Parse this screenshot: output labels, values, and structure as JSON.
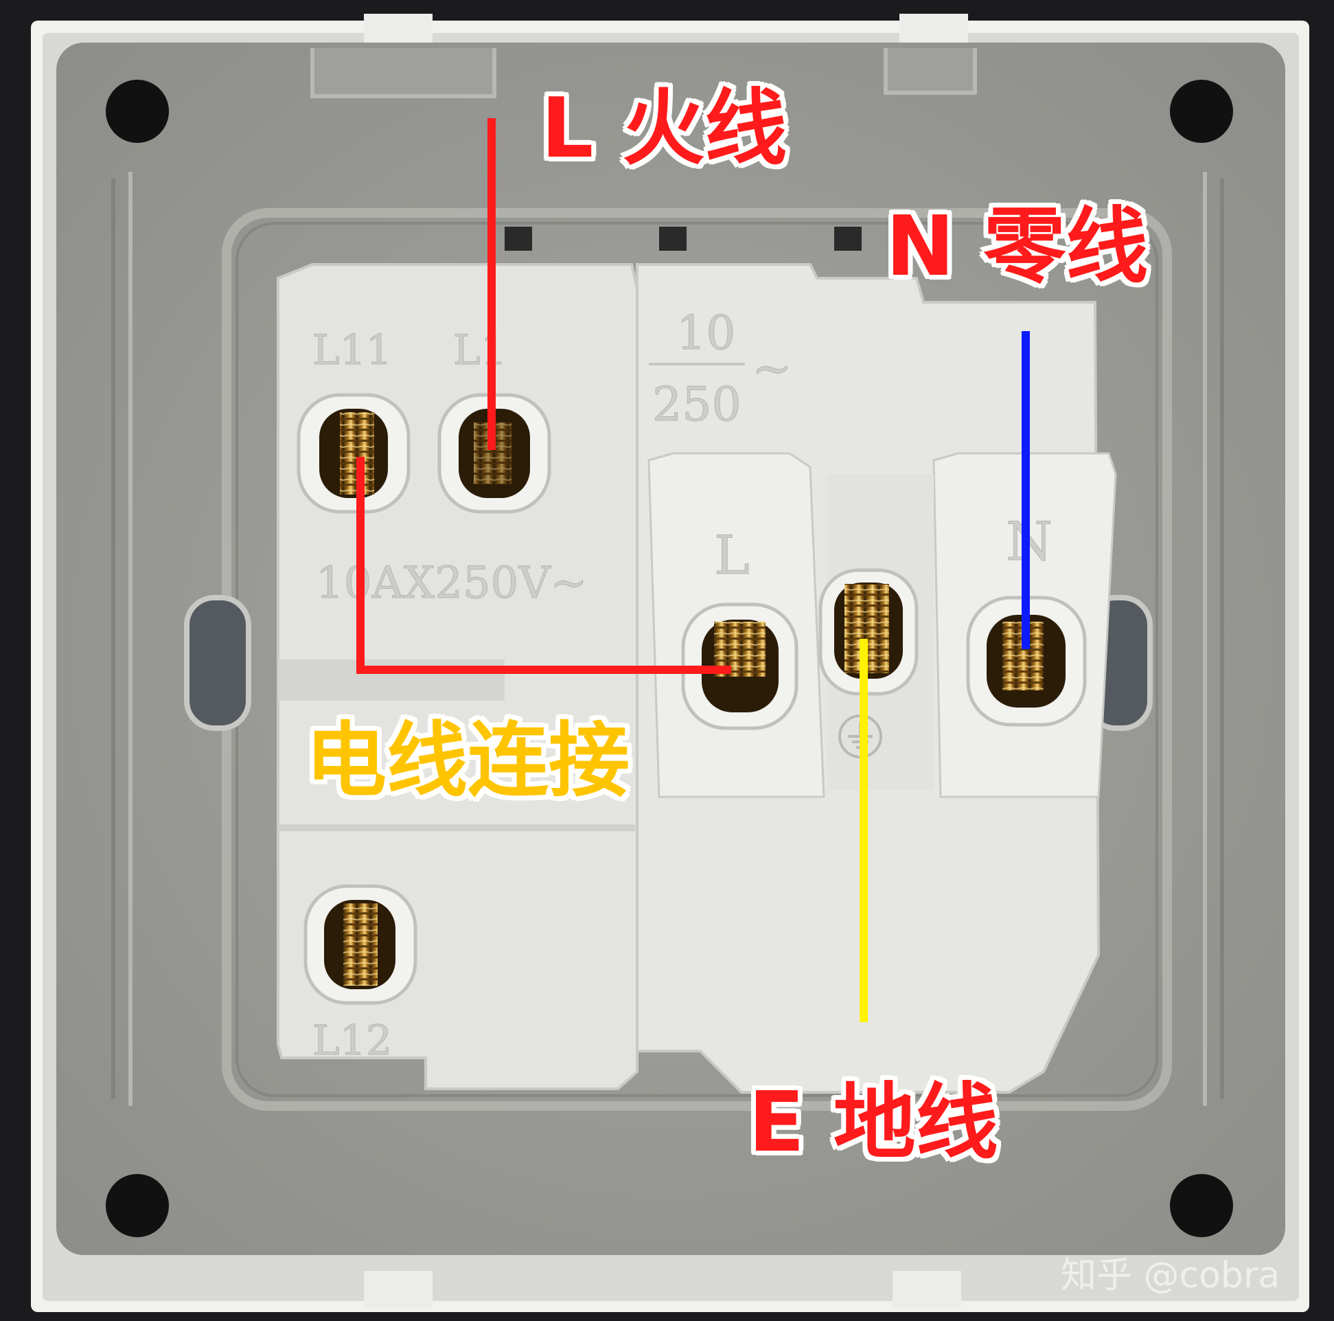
{
  "callouts": {
    "live": "L 火线",
    "neutral": "N 零线",
    "earth": "E 地线",
    "connection": "电线连接"
  },
  "embossed": {
    "l11": "L11",
    "l1": "L1",
    "l12": "L12",
    "current": "10",
    "voltage": "250",
    "tilde": "~",
    "rating": "10AX250V~",
    "socket_l": "L",
    "socket_n": "N"
  },
  "watermark": "知乎 @cobra",
  "colors": {
    "live_wire": "#ff1b1b",
    "neutral_wire": "#0d1cff",
    "earth_wire": "#fff200",
    "connection_text": "#ffc400",
    "plate": "#9c9d98",
    "housing": "#e1e2de"
  },
  "icons": [
    "earth-symbol-icon",
    "brass-screw-terminal-icon",
    "mounting-hole-icon"
  ]
}
